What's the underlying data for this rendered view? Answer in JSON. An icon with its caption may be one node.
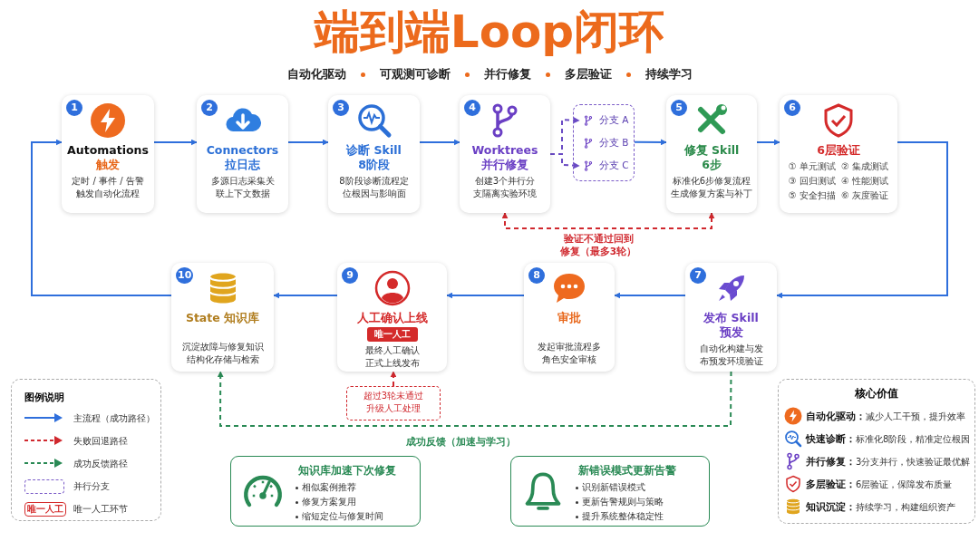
{
  "diagram": {
    "title": "端到端Loop闭环",
    "nodes": [
      {
        "text": [
          "1",
          "Automations",
          "触发",
          "定时 / 事件 / 告警触发自动化流程"
        ]
      },
      {
        "text": [
          "2",
          "Connectors",
          "拉日志",
          "多源日志采集关联上下文数据"
        ]
      },
      {
        "text": [
          "3",
          "诊断 Skill",
          "8阶段",
          "8阶段诊断流程定位根因与影响面"
        ]
      },
      {
        "text": [
          "4",
          "Worktrees",
          "并行修复",
          "创建3个并行分支隔离实验环境"
        ]
      },
      {
        "text": [],
        "shape": "box"
      },
      {
        "text": [
          "分支 A"
        ],
        "in": 4
      },
      {
        "text": [
          "分支 B"
        ],
        "in": 4
      },
      {
        "text": [
          "分支 C"
        ],
        "in": 4
      },
      {
        "text": [
          "5",
          "修复 Skill",
          "6步",
          "标准化6步修复流程生成修复方案与补丁"
        ]
      },
      {
        "text": [
          "6",
          "6层验证",
          "① 单元测试",
          "② 集成测试",
          "③ 回归测试",
          "④ 性能测试",
          "⑤ 安全扫描",
          "⑥ 灰度验证"
        ]
      },
      {
        "text": [
          "7",
          "发布 Skill",
          "预发",
          "自动化构建与发布预发环境验证"
        ]
      },
      {
        "text": [
          "8",
          "审批",
          "发起审批流程多角色安全审核"
        ]
      },
      {
        "text": [
          "9",
          "人工确认上线",
          "唯一人工",
          "最终人工确认正式上线发布"
        ]
      },
      {
        "text": [
          "10",
          "State 知识库",
          "沉淀故障与修复知识结构化存储与检索"
        ]
      },
      {
        "text": [
          "超过3轮未通过升级人工处理"
        ]
      },
      {
        "text": [
          "知识库加速下次修复",
          "相似案例推荐",
          "修复方案复用",
          "缩短定位与修复时间"
        ]
      },
      {
        "text": [
          "新错误模式更新告警",
          "识别新错误模式",
          "更新告警规则与策略",
          "提升系统整体稳定性"
        ]
      },
      {
        "text": [
          "核心价值",
          "**自动化驱动：**减少人工干预，提升效率",
          "**快速诊断：**标准化8阶段，精准定位根因",
          "**并行修复：**3分支并行，快速验证最优解",
          "**多层验证：**6层验证，保障发布质量",
          "**知识沉淀：**持续学习，构建组织资产"
        ]
      }
    ],
    "edges": [
      {
        "from": 13,
        "to": 0,
        "arrow": "to"
      },
      {
        "from": 0,
        "to": 1,
        "arrow": "to"
      },
      {
        "from": 1,
        "to": 2,
        "arrow": "to"
      },
      {
        "from": 2,
        "to": 3,
        "arrow": "to"
      },
      {
        "from": 3,
        "to": 5,
        "arrow": "to",
        "style": "dashed",
        "color": "#6a4bc4"
      },
      {
        "from": 3,
        "to": 7,
        "arrow": "to",
        "style": "dashed",
        "color": "#6a4bc4"
      },
      {
        "from": 4,
        "to": 8,
        "arrow": "to"
      },
      {
        "from": 8,
        "to": 9,
        "arrow": "to"
      },
      {
        "from": 9,
        "to": 10,
        "arrow": "to"
      },
      {
        "from": 10,
        "to": 11,
        "arrow": "to"
      },
      {
        "from": 11,
        "to": 12,
        "arrow": "to"
      },
      {
        "from": 12,
        "to": 13,
        "arrow": "to"
      },
      {
        "from": 3,
        "to": 8,
        "arrow": "both",
        "style": "dashed",
        "color": "#d0282e",
        "label": "验证不通过回到修复（最多3轮）"
      },
      {
        "from": 14,
        "to": 12,
        "arrow": "to",
        "style": "dashed",
        "color": "#d0282e"
      },
      {
        "from": 10,
        "to": 13,
        "arrow": "to",
        "style": "dashed",
        "color": "#2a8a55",
        "label": "成功反馈（加速与学习）"
      }
    ],
    "labels": [
      "自动化驱动",
      "可观测可诊断",
      "并行修复",
      "多层验证",
      "持续学习",
      "图例说明",
      "唯一人工"
    ],
    "legend": [
      {
        "text": "主流程（成功路径）"
      },
      {
        "text": "失败回退路径"
      },
      {
        "text": "成功反馈路径"
      },
      {
        "text": "并行分支"
      },
      {
        "text": "唯一人工环节"
      }
    ]
  }
}
